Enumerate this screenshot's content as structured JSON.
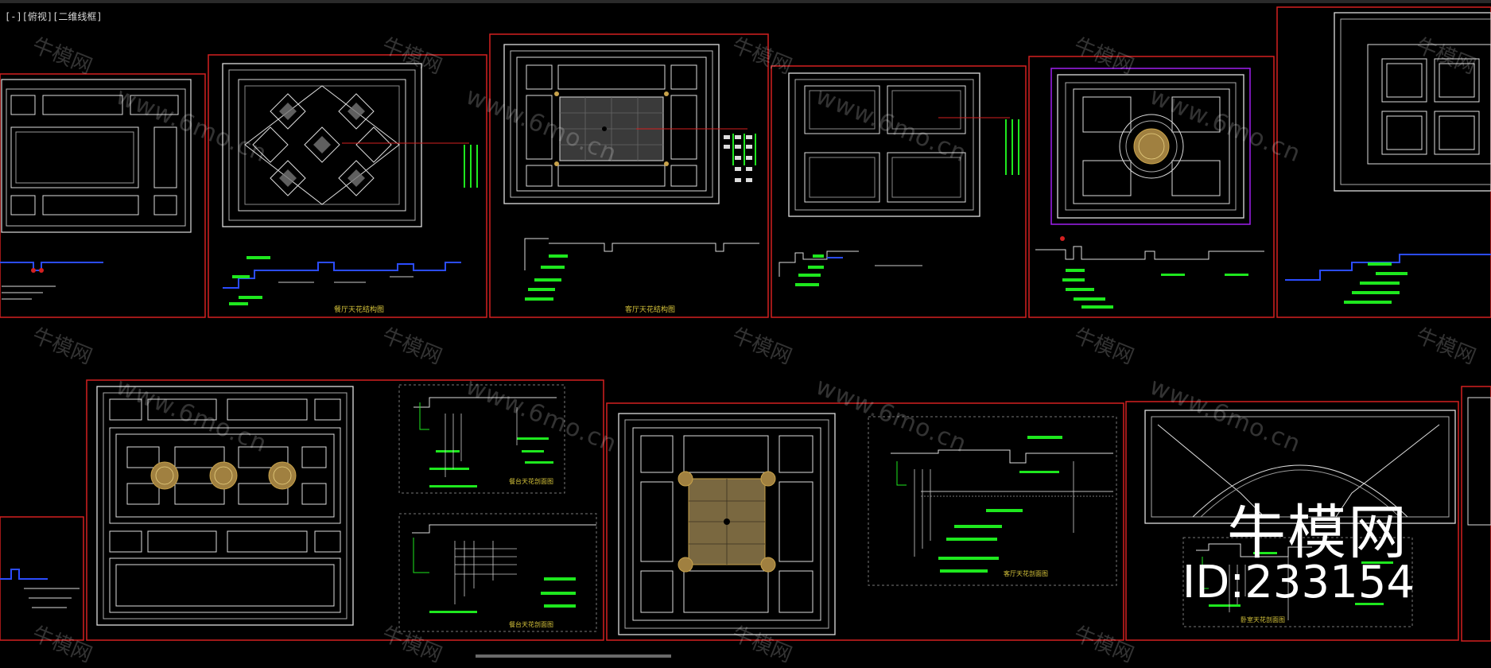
{
  "viewport": {
    "label": "[-][俯视][二维线框]"
  },
  "sheets": {
    "dining_title": "餐厅天花结构图",
    "living_title": "客厅天花结构图",
    "dining_section_1": "餐台天花剖面图",
    "dining_section_2": "餐台天花剖面图",
    "living_section": "客厅天花剖面图",
    "bedroom_section": "卧室天花剖面图"
  },
  "watermark": {
    "text": "牛模网",
    "url": "www.6mo.cn"
  },
  "brand": {
    "name": "牛模网",
    "id": "ID:233154"
  },
  "colors": {
    "frame": "#d42020",
    "line": "#e0e0e0",
    "green": "#1ee81e",
    "gold": "#c8a24a",
    "blue": "#2b4cff",
    "magenta": "#a020f0"
  }
}
